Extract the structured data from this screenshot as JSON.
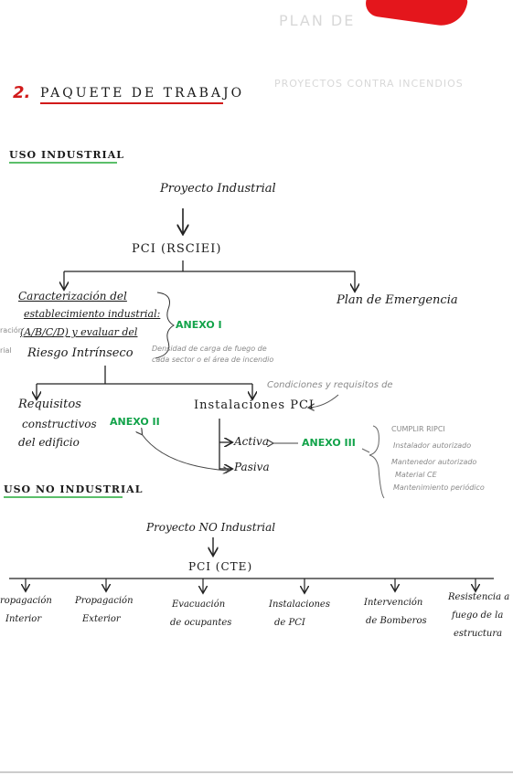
{
  "header": {
    "number": "2.",
    "title": "PAQUETE DE TRABAJO"
  },
  "section1": {
    "title": "USO INDUSTRIAL",
    "root": "Proyecto Industrial",
    "pci": "PCI (RSCIEI)",
    "left": {
      "line1": "Caracterización del",
      "line2": "establecimiento industrial:",
      "line3": "(A/B/C/D) y evaluar del",
      "line4": "Riesgo Intrínseco",
      "note_left1": "ración",
      "note_left2": "rial",
      "note_density1": "Densidad de carga de fuego de",
      "note_density2": "cada sector o el área de incendio"
    },
    "anexo1": "ANEXO I",
    "right": "Plan de Emergencia",
    "note_conditions": "Condiciones y requisitos de",
    "req": {
      "line1": "Requisitos",
      "line2": "constructivos",
      "line3": "del edificio"
    },
    "anexo2": "ANEXO II",
    "instal": "Instalaciones PCI",
    "activa": "Activa",
    "pasiva": "Pasiva",
    "anexo3": "ANEXO III",
    "side_notes": [
      "CUMPLIR RIPCI",
      "Instalador autorizado",
      "Mantenedor autorizado",
      "Material CE",
      "Mantenimiento periódico"
    ]
  },
  "section2": {
    "title": "USO NO INDUSTRIAL",
    "root": "Proyecto NO Industrial",
    "pci": "PCI (CTE)",
    "items": [
      {
        "l1": "ropagación",
        "l2": "Interior"
      },
      {
        "l1": "Propagación",
        "l2": "Exterior"
      },
      {
        "l1": "Evacuación",
        "l2": "de ocupantes"
      },
      {
        "l1": "Instalaciones",
        "l2": "de PCI"
      },
      {
        "l1": "Intervención",
        "l2": "de Bomberos"
      },
      {
        "l1": "Resistencia a",
        "l2": "fuego de la",
        "l3": "estructura"
      }
    ]
  },
  "ghost": {
    "top": "PLAN DE",
    "mid": "PROYECTOS CONTRA INCENDIOS"
  }
}
